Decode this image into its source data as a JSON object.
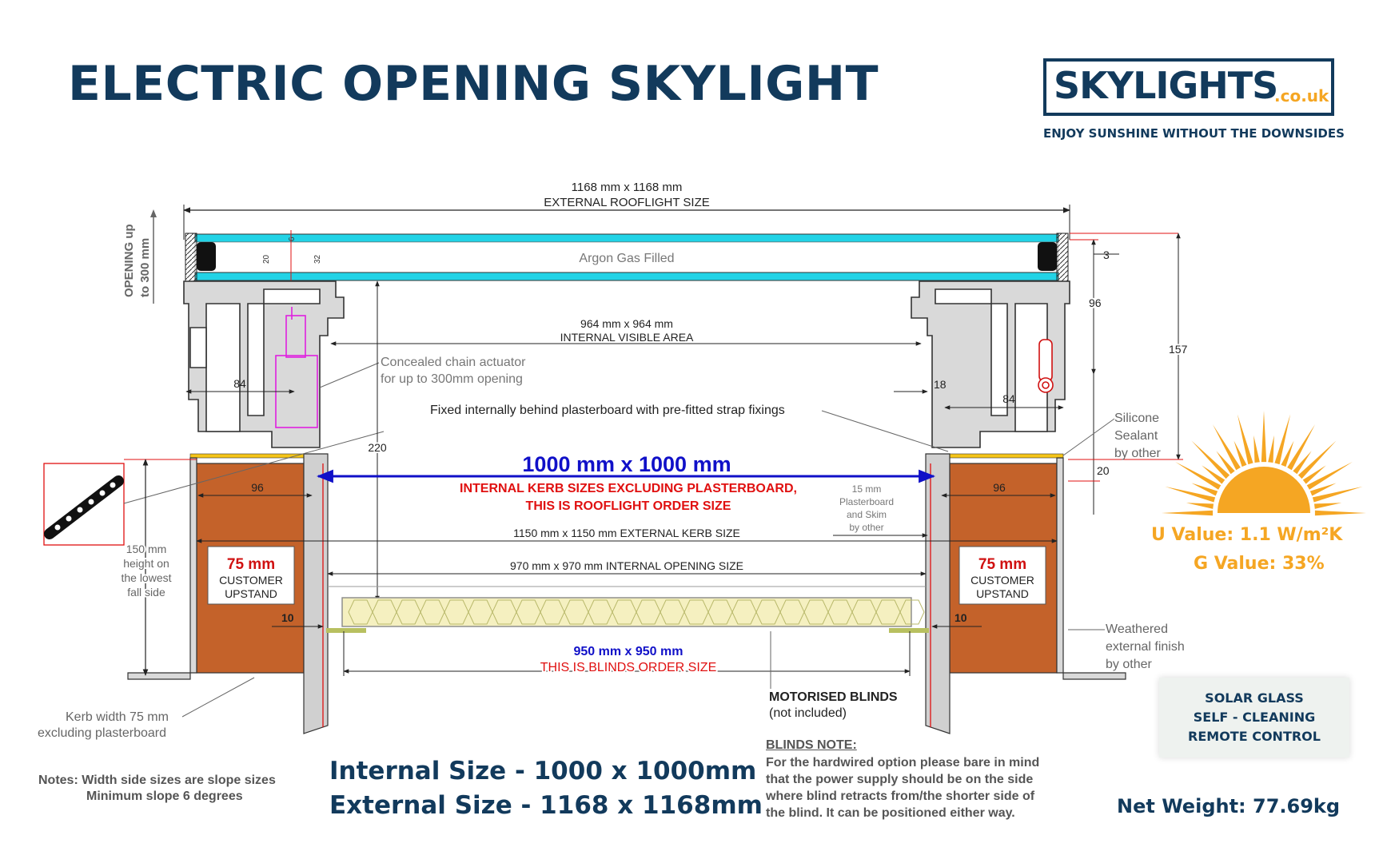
{
  "header": {
    "title": "ELECTRIC OPENING SKYLIGHT",
    "logo_name": "SKYLIGHTS",
    "logo_domain": ".co.uk",
    "tagline": "ENJOY SUNSHINE WITHOUT THE DOWNSIDES"
  },
  "drawing": {
    "external_rooflight_dim": "1168 mm x 1168 mm",
    "external_rooflight_label": "EXTERNAL ROOFLIGHT SIZE",
    "opening_label_1": "OPENING up",
    "opening_label_2": "to 300 mm",
    "argon": "Argon Gas Filled",
    "internal_visible_dim": "964 mm x 964 mm",
    "internal_visible_label": "INTERNAL VISIBLE AREA",
    "actuator_1": "Concealed chain actuator",
    "actuator_2": "for up to 300mm opening",
    "fixed_note": "Fixed internally behind plasterboard with pre-fitted strap fixings",
    "kerb_main": "1000 mm x 1000 mm",
    "kerb_red_1": "INTERNAL KERB SIZES EXCLUDING PLASTERBOARD,",
    "kerb_red_2": "THIS IS ROOFLIGHT ORDER SIZE",
    "plasterboard_1": "15 mm",
    "plasterboard_2": "Plasterboard",
    "plasterboard_3": "and Skim",
    "plasterboard_4": "by other",
    "external_kerb": "1150 mm x 1150 mm EXTERNAL KERB SIZE",
    "internal_opening": "970 mm x 970 mm INTERNAL OPENING SIZE",
    "blinds_dim": "950 mm x 950 mm",
    "blinds_order": "THIS IS BLINDS ORDER SIZE",
    "motorised": "MOTORISED BLINDS",
    "not_included": "(not included)",
    "silicone_1": "Silicone",
    "silicone_2": "Sealant",
    "silicone_3": "by other",
    "weathered_1": "Weathered",
    "weathered_2": "external finish",
    "weathered_3": "by other",
    "fall_1": "150 mm",
    "fall_2": "height on",
    "fall_3": "the lowest",
    "fall_4": "fall side",
    "kerb_width_1": "Kerb width 75 mm",
    "kerb_width_2": "excluding plasterboard",
    "upstand_mm": "75 mm",
    "upstand_1": "CUSTOMER",
    "upstand_2": "UPSTAND",
    "d_84": "84",
    "d_96": "96",
    "d_18": "18",
    "d_220": "220",
    "d_10": "10",
    "d_3": "3",
    "d_157": "157",
    "d_20": "20",
    "d_6": "6",
    "d_32": "32"
  },
  "specs": {
    "u_value": "U Value: 1.1 W/m²K",
    "g_value": "G Value: 33%",
    "features": [
      "SOLAR GLASS",
      "SELF - CLEANING",
      "REMOTE CONTROL"
    ],
    "internal_size": "Internal Size  - 1000 x 1000mm",
    "external_size": "External Size - 1168 x 1168mm",
    "net_weight": "Net Weight: 77.69kg"
  },
  "notes": {
    "line1": "Notes: Width side sizes are slope sizes",
    "line2": "Minimum slope 6 degrees"
  },
  "blinds_note": {
    "title": "BLINDS NOTE:",
    "lines": [
      "For the hardwired option please bare in mind",
      "that the power supply should be on the side",
      "where blind retracts from/the shorter side of",
      "the blind. It can be positioned either way."
    ]
  },
  "colors": {
    "navy": "#123a5c",
    "orange": "#f5a623",
    "glass": "#22d3e6",
    "timber": "#c4622a",
    "dim_blue": "#1010c8",
    "dim_red": "#e01010"
  }
}
